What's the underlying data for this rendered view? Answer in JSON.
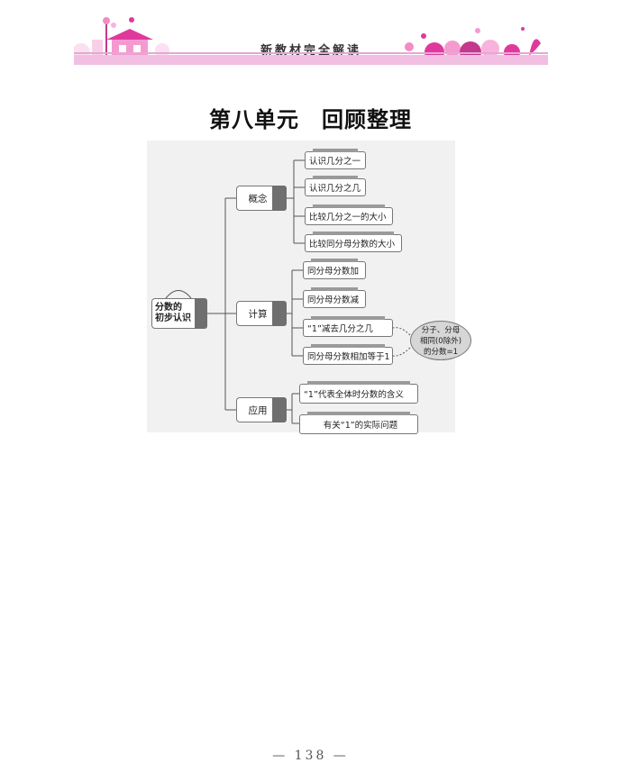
{
  "header": {
    "title": "新教材完全解读"
  },
  "page_title": "第八单元　回顾整理",
  "mind_map": {
    "root": {
      "line1": "分数的",
      "line2": "初步认识"
    },
    "groups": [
      {
        "label": "概念",
        "items": [
          "认识几分之一",
          "认识几分之几",
          "比较几分之一的大小",
          "比较同分母分数的大小"
        ]
      },
      {
        "label": "计算",
        "items": [
          "同分母分数加",
          "同分母分数减",
          "“1”减去几分之几",
          "同分母分数相加等于1"
        ]
      },
      {
        "label": "应用",
        "items": [
          "“1”代表全体时分数的含义",
          "有关“1”的实际问题"
        ]
      }
    ],
    "note": {
      "line1": "分子、分母",
      "line2": "相同(0除外)",
      "line3": "的分数=1"
    }
  },
  "page_number": "— 138 —",
  "colors": {
    "header_band": "#f2bfe2",
    "accent_pink": "#e0399d",
    "box_tab": "#9a9a9a"
  }
}
